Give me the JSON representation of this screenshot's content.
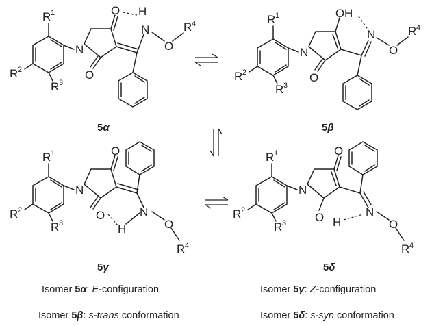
{
  "compounds": {
    "alpha": {
      "label": "5",
      "greek": "α"
    },
    "beta": {
      "label": "5",
      "greek": "β"
    },
    "gamma": {
      "label": "5",
      "greek": "γ"
    },
    "delta": {
      "label": "5",
      "greek": "δ"
    }
  },
  "atoms": {
    "N": "N",
    "O": "O",
    "H": "H",
    "R": "R",
    "sub1": "1",
    "sub2": "2",
    "sub3": "3",
    "sub4": "4"
  },
  "legend": {
    "alpha": {
      "prefix": "Isomer ",
      "bold": "5",
      "greek": "α",
      "sep": ": ",
      "italic": "E",
      "rest": "-configuration"
    },
    "gamma": {
      "prefix": "Isomer ",
      "bold": "5",
      "greek": "γ",
      "sep": ": ",
      "italic": "Z",
      "rest": "-configuration"
    },
    "beta": {
      "prefix": "Isomer ",
      "bold": "5",
      "greek": "β",
      "sep": ": ",
      "italic": "s-trans",
      "rest": " conformation"
    },
    "delta": {
      "prefix": "Isomer ",
      "bold": "5",
      "greek": "δ",
      "sep": ": ",
      "italic": "s-syn",
      "rest": " conformation"
    }
  }
}
